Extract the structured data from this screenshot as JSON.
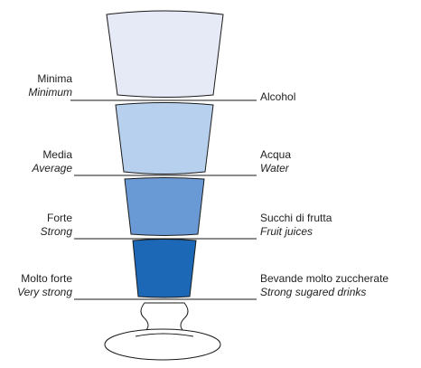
{
  "colors": {
    "rim": "#e6e9f6",
    "level1": "#b7d0ee",
    "level2": "#6a9ad5",
    "level3": "#1c68b6",
    "outline": "#1a1a1a",
    "line": "#1a1a1a"
  },
  "levels": [
    {
      "left_main": "Minima",
      "left_sub": "Minimum",
      "right_main": "Alcohol",
      "right_sub": ""
    },
    {
      "left_main": "Media",
      "left_sub": "Average",
      "right_main": "Acqua",
      "right_sub": "Water"
    },
    {
      "left_main": "Forte",
      "left_sub": "Strong",
      "right_main": "Succhi di frutta",
      "right_sub": "Fruit juices"
    },
    {
      "left_main": "Molto forte",
      "left_sub": "Very strong",
      "right_main": "Bevande molto zuccherate",
      "right_sub": "Strong sugared drinks"
    }
  ]
}
